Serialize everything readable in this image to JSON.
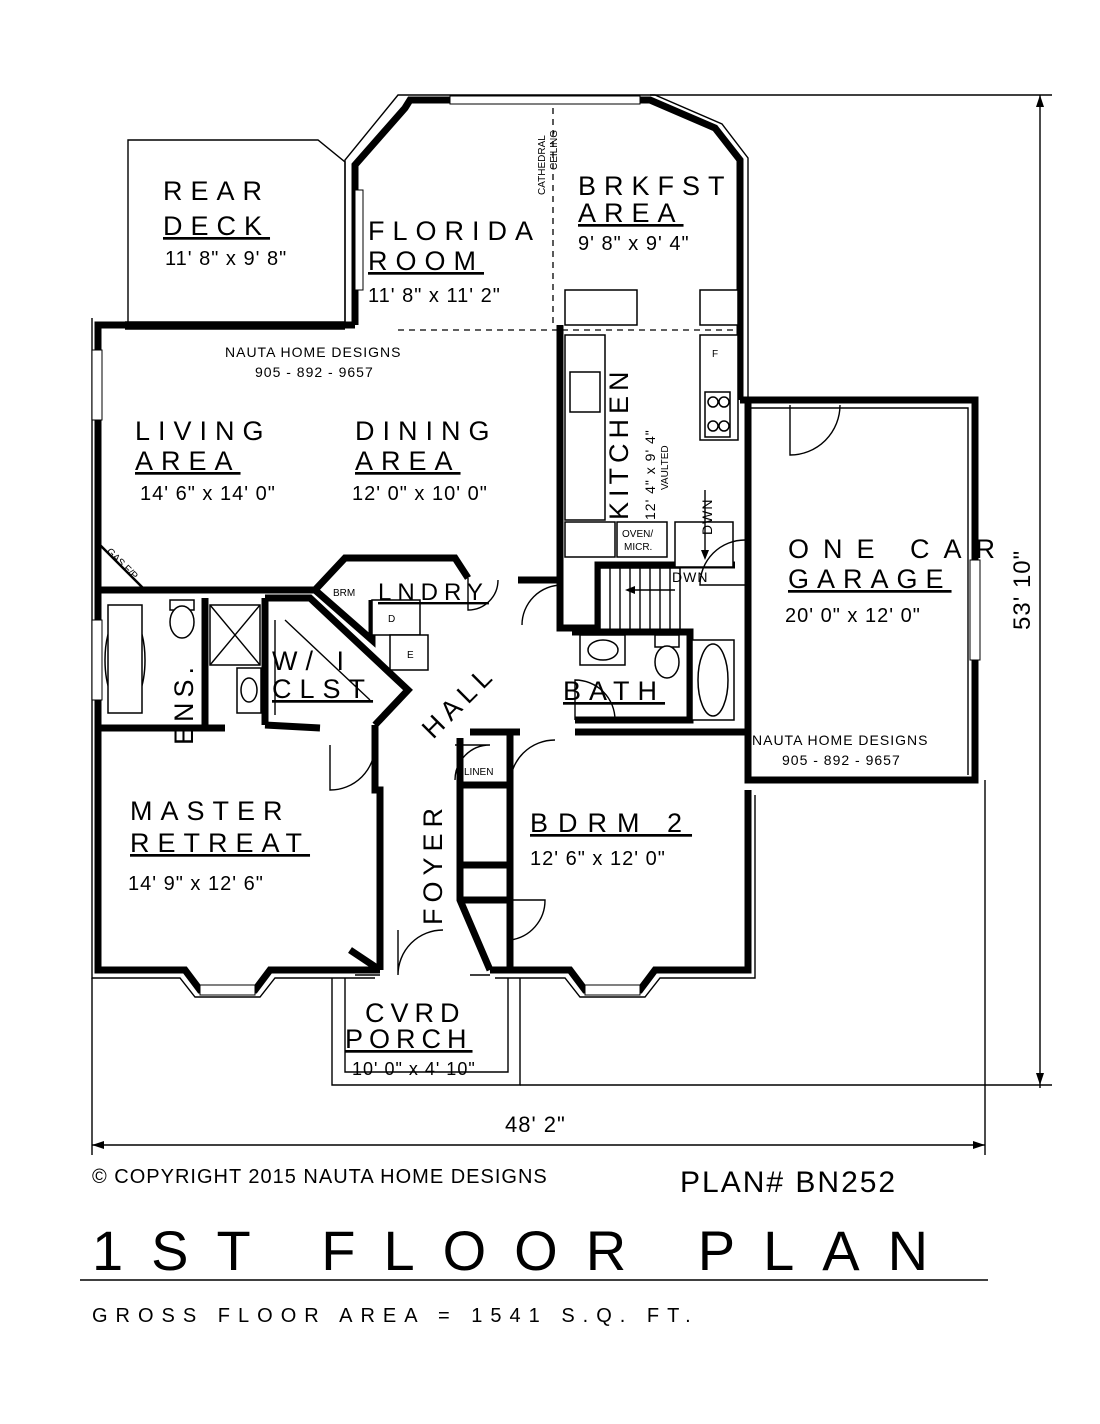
{
  "rooms": {
    "rear_deck": {
      "line1": "REAR",
      "line2": "DECK",
      "size": "11' 8\" x 9' 8\""
    },
    "florida_room": {
      "line1": "FLORIDA",
      "line2": "ROOM",
      "size": "11' 8\" x 11' 2\""
    },
    "brkfst_area": {
      "line1": "BRKFST",
      "line2": "AREA",
      "size": "9' 8\" x 9' 4\""
    },
    "living_area": {
      "line1": "LIVING",
      "line2": "AREA",
      "size": "14' 6\" x 14' 0\""
    },
    "dining_area": {
      "line1": "DINING",
      "line2": "AREA",
      "size": "12' 0\" x 10' 0\""
    },
    "kitchen": {
      "name": "KITCHEN",
      "size": "12' 4\" x 9' 4\"",
      "note": "VAULTED"
    },
    "garage": {
      "line1": "ONE CAR",
      "line2": "GARAGE",
      "size": "20' 0\" x 12' 0\""
    },
    "lndry": {
      "name": "LNDRY"
    },
    "wi_clst": {
      "line1": "W/ I",
      "line2": "CLST"
    },
    "ens": {
      "name": "ENS."
    },
    "hall": {
      "name": "HALL"
    },
    "bath": {
      "name": "BATH"
    },
    "master": {
      "line1": "MASTER",
      "line2": "RETREAT",
      "size": "14' 9\" x 12' 6\""
    },
    "foyer": {
      "name": "FOYER"
    },
    "bdrm2": {
      "name": "BDRM 2",
      "size": "12' 6\" x 12' 0\""
    },
    "porch": {
      "line1": "CVRD",
      "line2": "PORCH",
      "size": "10' 0\" x 4' 10\""
    }
  },
  "labels": {
    "cathedral": "CATHEDRAL",
    "ceiling": "CEILING",
    "oven1": "OVEN/",
    "oven2": "MICR.",
    "dwn": "DWN",
    "linen": "LINEN",
    "brm": "BRM",
    "gas": "GAS F/P",
    "d": "D",
    "e": "E",
    "f": "F"
  },
  "credit": {
    "name": "NAUTA HOME DESIGNS",
    "phone": "905 - 892 - 9657"
  },
  "dimensions": {
    "width": "48' 2\"",
    "depth": "53' 10\""
  },
  "footer": {
    "copyright": "© COPYRIGHT 2015 NAUTA HOME DESIGNS",
    "plan_no": "PLAN# BN252",
    "title": "1ST FLOOR PLAN",
    "gross_area": "GROSS FLOOR AREA = 1541 S.Q. FT."
  }
}
